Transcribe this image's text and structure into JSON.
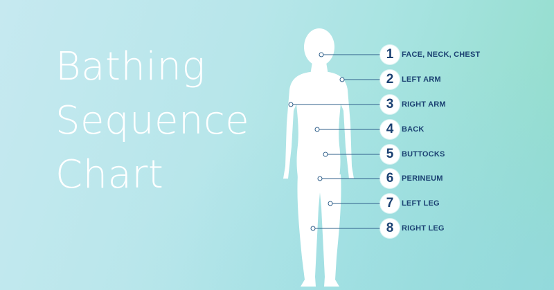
{
  "title": {
    "lines": [
      "Bathing",
      "Sequence",
      "Chart"
    ]
  },
  "colors": {
    "text_primary": "#ffffff",
    "label": "#1b4172",
    "leader_line": "#2f5f8a",
    "silhouette": "#ffffff"
  },
  "steps": [
    {
      "number": "1",
      "label": "FACE, NECK, CHEST"
    },
    {
      "number": "2",
      "label": "LEFT ARM"
    },
    {
      "number": "3",
      "label": "RIGHT ARM"
    },
    {
      "number": "4",
      "label": "BACK"
    },
    {
      "number": "5",
      "label": "BUTTOCKS"
    },
    {
      "number": "6",
      "label": "PERINEUM"
    },
    {
      "number": "7",
      "label": "LEFT LEG"
    },
    {
      "number": "8",
      "label": "RIGHT LEG"
    }
  ]
}
